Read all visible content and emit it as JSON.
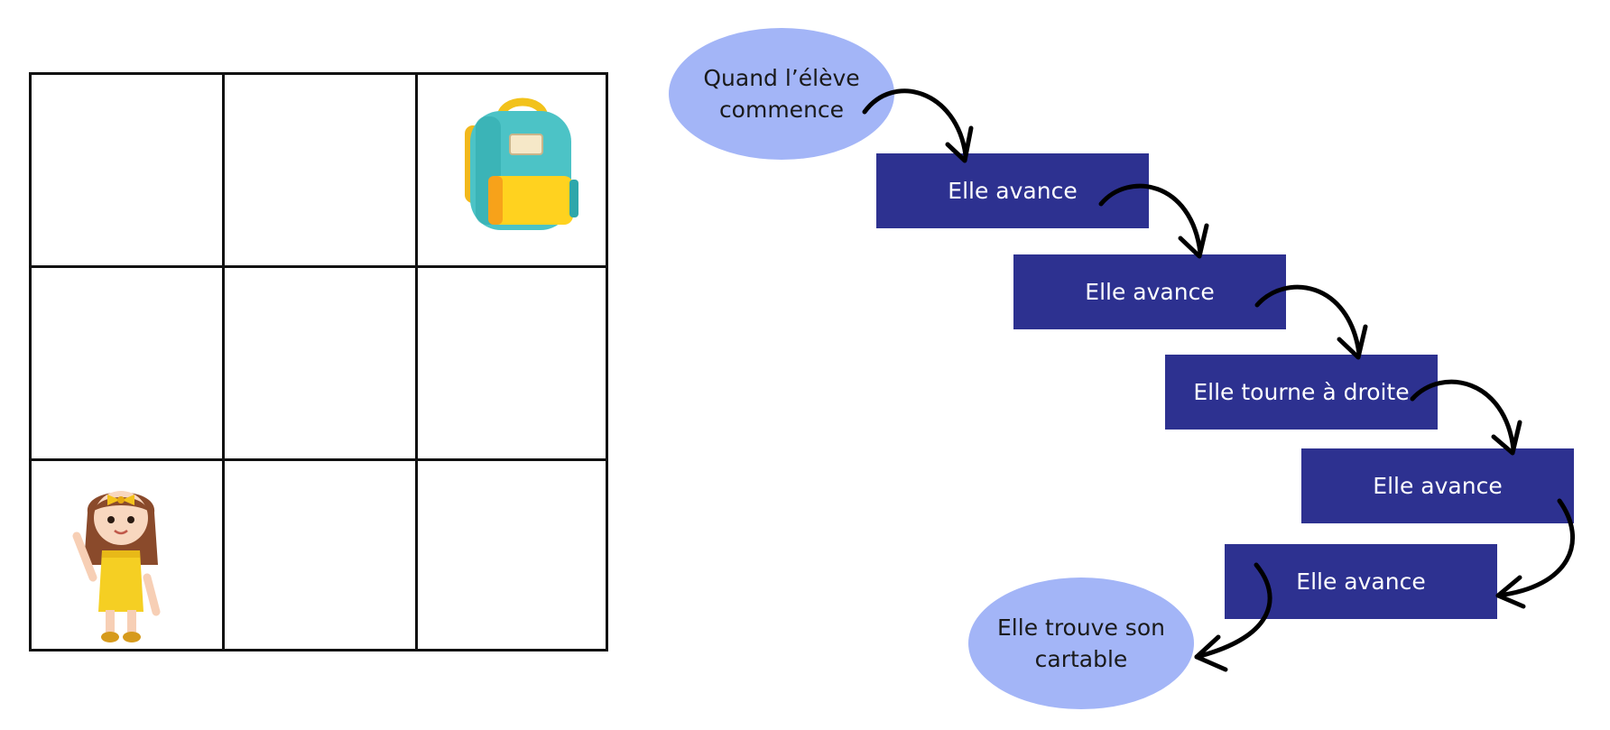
{
  "grid": {
    "rows": 3,
    "cols": 3,
    "items": [
      {
        "name": "backpack",
        "row": 0,
        "col": 2
      },
      {
        "name": "girl",
        "row": 2,
        "col": 0
      }
    ]
  },
  "flow": {
    "start": "Quand l’élève commence",
    "steps": [
      "Elle avance",
      "Elle avance",
      "Elle tourne à droite",
      "Elle avance",
      "Elle avance"
    ],
    "end": "Elle trouve son cartable"
  },
  "colors": {
    "oval": "#a3b5f7",
    "step": "#2d3190",
    "step_text": "#ffffff",
    "grid_line": "#111111",
    "arrow": "#000000"
  }
}
